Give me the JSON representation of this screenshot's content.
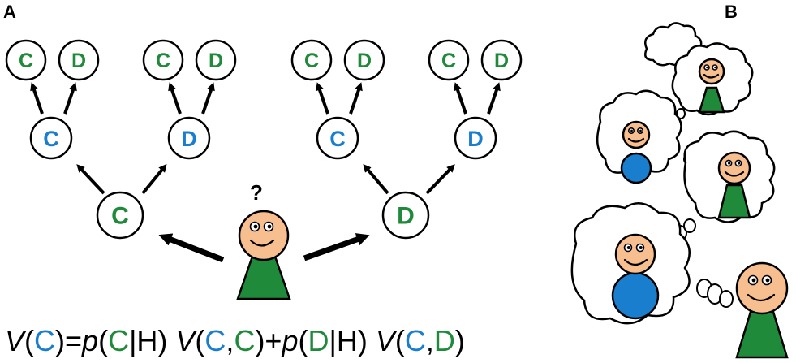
{
  "colors": {
    "green": "#1f8a3a",
    "blue": "#1a7ecf",
    "black": "#000000",
    "skin": "#f7be8f"
  },
  "panels": {
    "a_label": "A",
    "b_label": "B"
  },
  "tree": {
    "root_question": "?",
    "level1": [
      {
        "label": "C",
        "color": "green"
      },
      {
        "label": "D",
        "color": "green"
      }
    ],
    "level2": [
      {
        "label": "C",
        "color": "blue"
      },
      {
        "label": "D",
        "color": "blue"
      },
      {
        "label": "C",
        "color": "blue"
      },
      {
        "label": "D",
        "color": "blue"
      }
    ],
    "level3": [
      {
        "label": "C",
        "color": "green"
      },
      {
        "label": "D",
        "color": "green"
      },
      {
        "label": "C",
        "color": "green"
      },
      {
        "label": "D",
        "color": "green"
      },
      {
        "label": "C",
        "color": "green"
      },
      {
        "label": "D",
        "color": "green"
      },
      {
        "label": "C",
        "color": "green"
      },
      {
        "label": "D",
        "color": "green"
      }
    ]
  },
  "formula": {
    "parts": [
      {
        "text": "V",
        "color": "black",
        "italic": true
      },
      {
        "text": "(",
        "color": "black",
        "italic": false
      },
      {
        "text": "C",
        "color": "blue",
        "italic": false
      },
      {
        "text": ")=",
        "color": "black",
        "italic": false
      },
      {
        "text": "p",
        "color": "black",
        "italic": true
      },
      {
        "text": "(",
        "color": "black",
        "italic": false
      },
      {
        "text": "C",
        "color": "green",
        "italic": false
      },
      {
        "text": "|H) ",
        "color": "black",
        "italic": false
      },
      {
        "text": "V",
        "color": "black",
        "italic": true
      },
      {
        "text": "(",
        "color": "black",
        "italic": false
      },
      {
        "text": "C",
        "color": "blue",
        "italic": false
      },
      {
        "text": ",",
        "color": "black",
        "italic": false
      },
      {
        "text": "C",
        "color": "green",
        "italic": false
      },
      {
        "text": ")+",
        "color": "black",
        "italic": false
      },
      {
        "text": "p",
        "color": "black",
        "italic": true
      },
      {
        "text": "(",
        "color": "black",
        "italic": false
      },
      {
        "text": "D",
        "color": "green",
        "italic": false
      },
      {
        "text": "|H) ",
        "color": "black",
        "italic": false
      },
      {
        "text": "V",
        "color": "black",
        "italic": true
      },
      {
        "text": "(",
        "color": "black",
        "italic": false
      },
      {
        "text": "C",
        "color": "blue",
        "italic": false
      },
      {
        "text": ",",
        "color": "black",
        "italic": false
      },
      {
        "text": "D",
        "color": "green",
        "italic": false
      },
      {
        "text": ")",
        "color": "black",
        "italic": false
      }
    ]
  },
  "figures": {
    "agent_a_body": "green",
    "thinker_bodies": [
      "green",
      "blue",
      "green",
      "blue",
      "green"
    ]
  }
}
